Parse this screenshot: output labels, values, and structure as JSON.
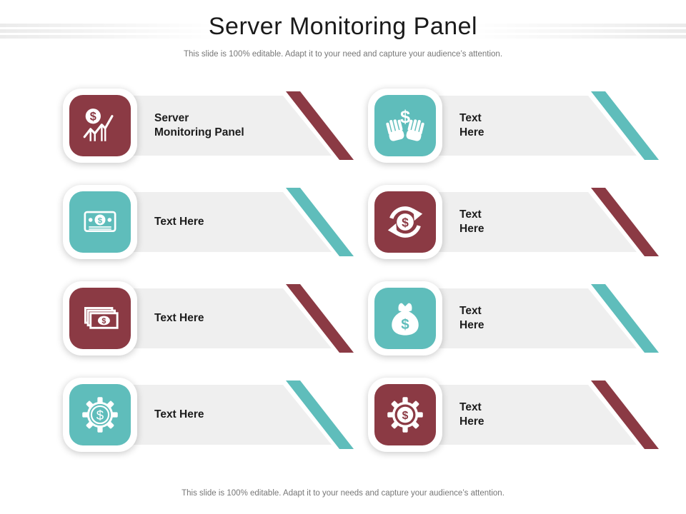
{
  "slide": {
    "title": "Server Monitoring Panel",
    "subtitle": "This slide is 100% editable. Adapt it to your need and capture your audience’s attention.",
    "footer": "This slide is 100% editable. Adapt it to your needs and capture your audience’s attention."
  },
  "colors": {
    "maroon": "#8B3A44",
    "teal": "#5FBDBB",
    "bar_gray": "#EFEFEF",
    "title_text": "#1A1A1A",
    "muted_text": "#777777"
  },
  "cards": [
    {
      "id": "server-monitoring-panel",
      "icon": "dollar-growth-chart-icon",
      "color": "maroon",
      "label": "Server\nMonitoring Panel"
    },
    {
      "id": "hands-dollar",
      "icon": "hands-holding-dollar-icon",
      "color": "teal",
      "label": "Text\nHere"
    },
    {
      "id": "banknote",
      "icon": "banknote-dollar-icon",
      "color": "teal",
      "label": "Text Here"
    },
    {
      "id": "refresh-dollar",
      "icon": "dollar-refresh-arrows-icon",
      "color": "maroon",
      "label": "Text\nHere"
    },
    {
      "id": "cash-stack",
      "icon": "cash-stack-icon",
      "color": "maroon",
      "label": "Text Here"
    },
    {
      "id": "money-bag",
      "icon": "money-bag-icon",
      "color": "teal",
      "label": "Text\nHere"
    },
    {
      "id": "gear-outline-dollar",
      "icon": "dollar-gear-outline-icon",
      "color": "teal",
      "label": "Text Here"
    },
    {
      "id": "gear-dollar",
      "icon": "dollar-gear-icon",
      "color": "maroon",
      "label": "Text\nHere"
    }
  ]
}
